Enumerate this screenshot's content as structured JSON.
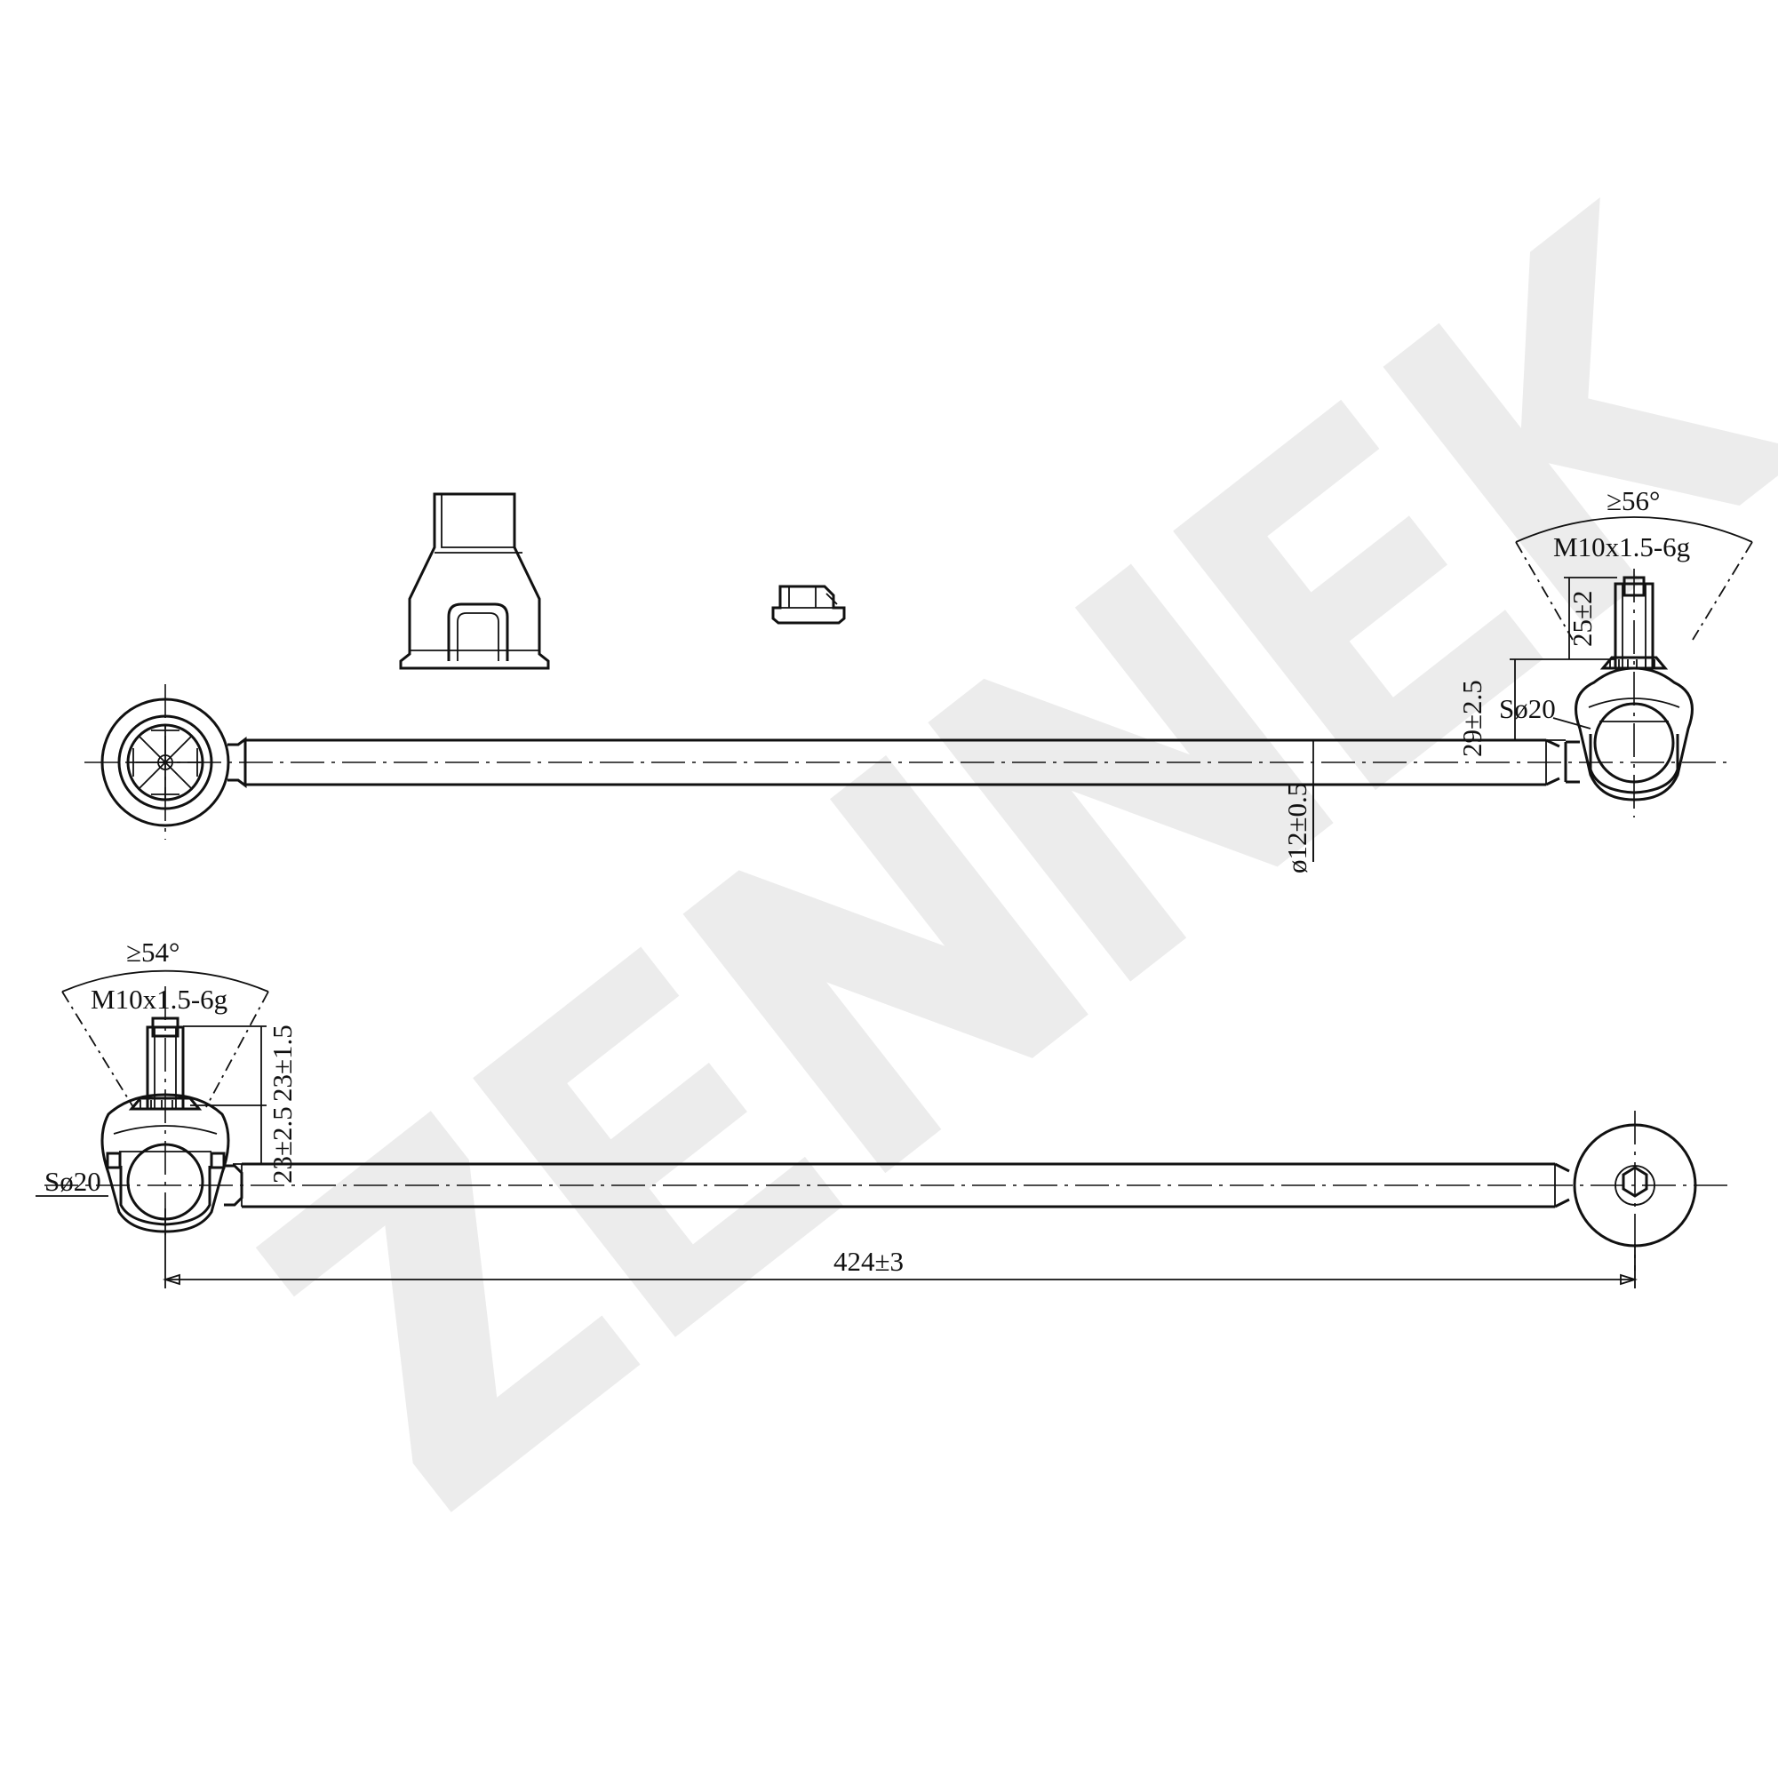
{
  "watermark": {
    "text": "ZENNEK",
    "color": "#ececec"
  },
  "colors": {
    "line": "#111111",
    "background": "#ffffff"
  },
  "top_view": {
    "angle": "≥56°",
    "thread": "M10x1.5-6g",
    "stud_length": "25±2",
    "stud_height": "29±2.5",
    "ball_diameter": "Sø20",
    "rod_diameter": "ø12±0.5"
  },
  "bottom_view": {
    "angle": "≥54°",
    "thread": "M10x1.5-6g",
    "stud_length": "23±1.5",
    "stud_height": "23±2.5",
    "ball_diameter": "Sø20",
    "overall_length": "424±3"
  }
}
